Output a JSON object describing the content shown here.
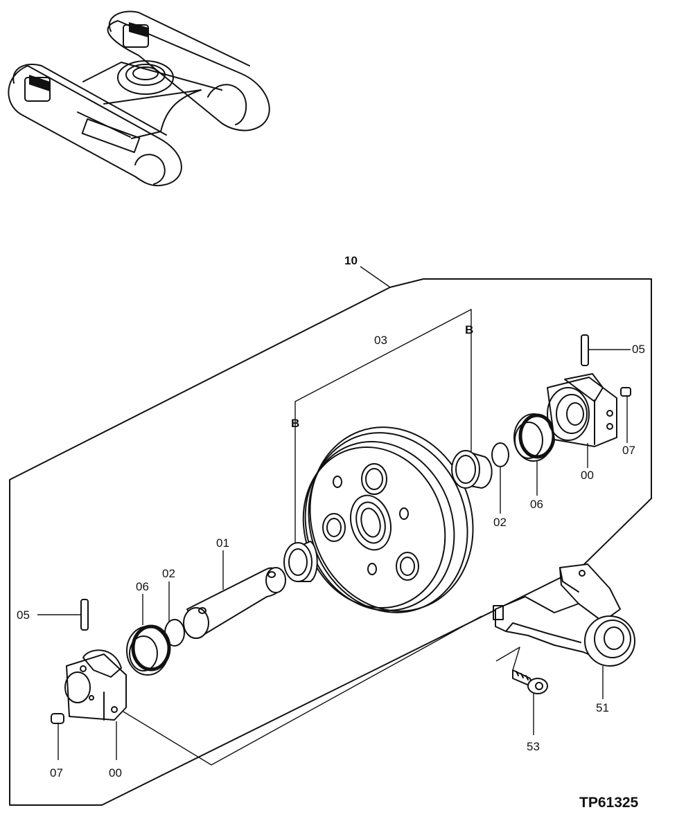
{
  "figure_code": "TP61325",
  "assembly_callout": "10",
  "parts": {
    "p03": "03",
    "pB_left": "B",
    "pB_right": "B",
    "p05_right": "05",
    "p07_right": "07",
    "p00_right": "00",
    "p06_right": "06",
    "p02_right": "02",
    "p01": "01",
    "p02_left": "02",
    "p06_left": "06",
    "p05_left": "05",
    "p07_left": "07",
    "p00_left": "00",
    "p51": "51",
    "p53": "53"
  }
}
